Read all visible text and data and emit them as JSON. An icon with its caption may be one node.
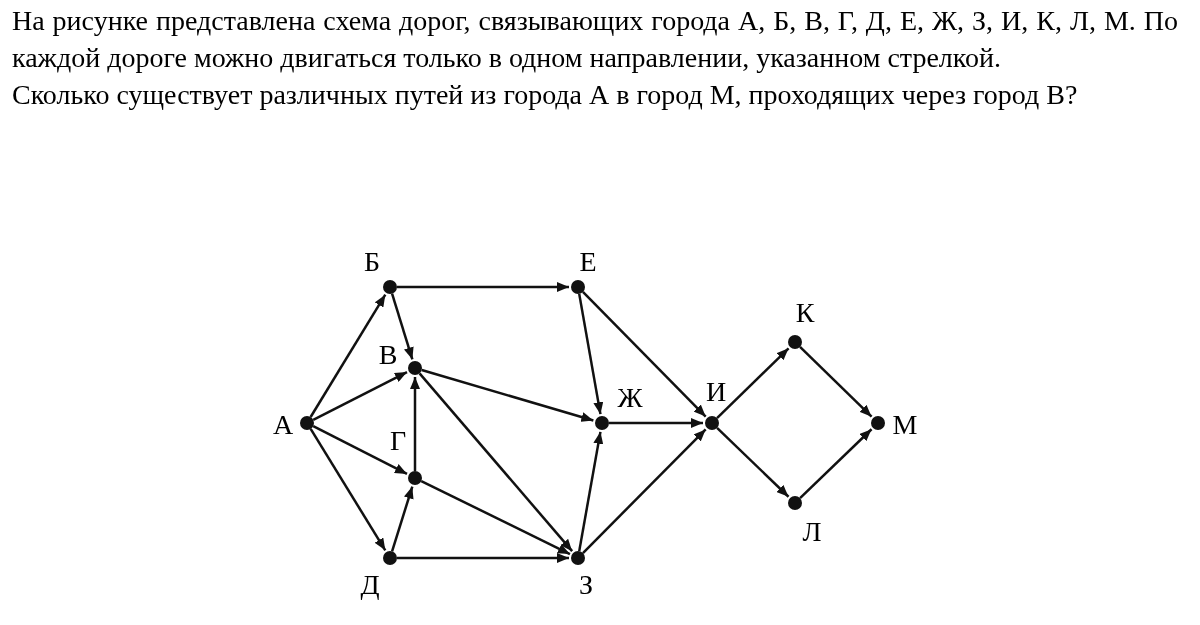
{
  "diagram": {
    "nodes": [
      {
        "text": [
          "А"
        ]
      },
      {
        "text": [
          "Б"
        ]
      },
      {
        "text": [
          "В"
        ]
      },
      {
        "text": [
          "Г"
        ]
      },
      {
        "text": [
          "Д"
        ]
      },
      {
        "text": [
          "Е"
        ]
      },
      {
        "text": [
          "Ж"
        ]
      },
      {
        "text": [
          "З"
        ]
      },
      {
        "text": [
          "И"
        ]
      },
      {
        "text": [
          "К"
        ]
      },
      {
        "text": [
          "Л"
        ]
      },
      {
        "text": [
          "М"
        ]
      }
    ],
    "edges": [
      {
        "from": 0,
        "to": 1,
        "arrow": "to"
      },
      {
        "from": 0,
        "to": 2,
        "arrow": "to"
      },
      {
        "from": 0,
        "to": 3,
        "arrow": "to"
      },
      {
        "from": 0,
        "to": 4,
        "arrow": "to"
      },
      {
        "from": 1,
        "to": 5,
        "arrow": "to"
      },
      {
        "from": 1,
        "to": 2,
        "arrow": "to"
      },
      {
        "from": 2,
        "to": 6,
        "arrow": "to"
      },
      {
        "from": 2,
        "to": 7,
        "arrow": "to"
      },
      {
        "from": 3,
        "to": 2,
        "arrow": "to"
      },
      {
        "from": 3,
        "to": 7,
        "arrow": "to"
      },
      {
        "from": 4,
        "to": 3,
        "arrow": "to"
      },
      {
        "from": 4,
        "to": 7,
        "arrow": "to"
      },
      {
        "from": 5,
        "to": 6,
        "arrow": "to"
      },
      {
        "from": 5,
        "to": 8,
        "arrow": "to"
      },
      {
        "from": 6,
        "to": 8,
        "arrow": "to"
      },
      {
        "from": 7,
        "to": 6,
        "arrow": "to"
      },
      {
        "from": 7,
        "to": 8,
        "arrow": "to"
      },
      {
        "from": 8,
        "to": 9,
        "arrow": "to"
      },
      {
        "from": 8,
        "to": 10,
        "arrow": "to"
      },
      {
        "from": 9,
        "to": 11,
        "arrow": "to"
      },
      {
        "from": 10,
        "to": 11,
        "arrow": "to"
      }
    ],
    "labels": [
      "На рисунке представлена схема дорог, связывающих города А, Б, В, Г, Д, Е, Ж, З, И, К, Л, М. По каждой дороге можно двигаться только в одном направлении, указанном стрелкой.",
      "Сколько существует различных путей из города А в город М, проходящих через город В?"
    ]
  }
}
